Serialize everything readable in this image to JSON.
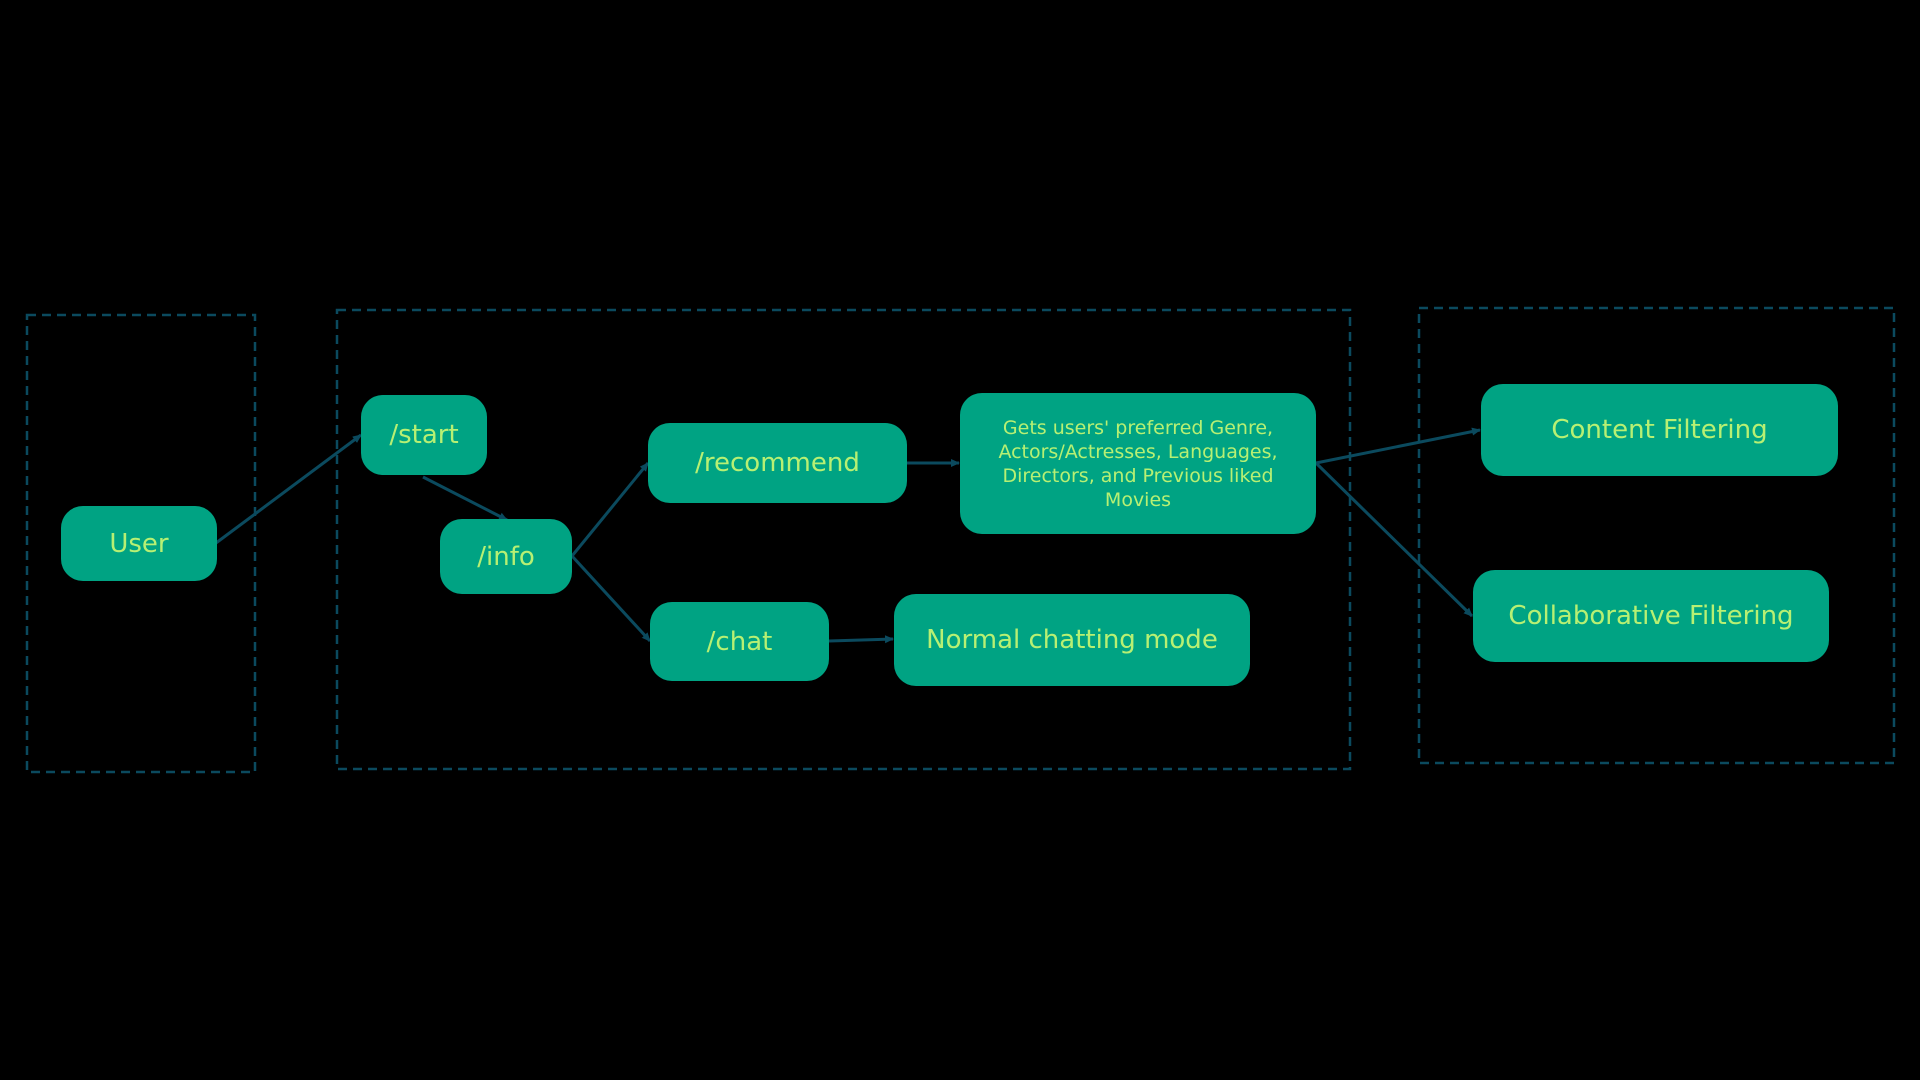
{
  "diagram": {
    "colors": {
      "background": "#000000",
      "node_fill": "#00a383",
      "node_text": "#b7f073",
      "connector": "#0b4a5e",
      "group_border": "#0b4a5e"
    },
    "nodes": {
      "user": "User",
      "start": "/start",
      "info": "/info",
      "recommend": "/recommend",
      "chat": "/chat",
      "preferences": "Gets users' preferred Genre, Actors/Actresses,  Languages, Directors, and Previous liked Movies",
      "chatting_mode": "Normal chatting mode",
      "content_filtering": "Content Filtering",
      "collaborative_filtering": "Collaborative Filtering"
    }
  }
}
